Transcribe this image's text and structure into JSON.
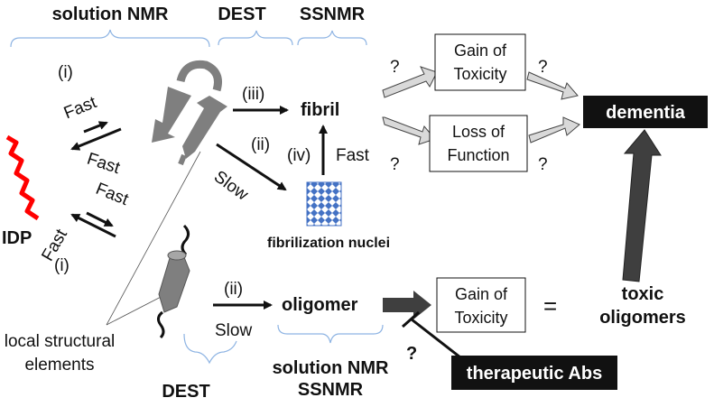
{
  "headers": {
    "solution_nmr": "solution NMR",
    "dest": "DEST",
    "ssnmr": "SSNMR"
  },
  "labels": {
    "i_top": "(i)",
    "fast_1": "Fast",
    "fast_2": "Fast",
    "fast_3": "Fast",
    "fast_4": "Fast",
    "i_bottom": "(i)",
    "idp": "IDP",
    "iii": "(iii)",
    "ii_top": "(ii)",
    "slow_top": "Slow",
    "fibril": "fibril",
    "iv": "(iv)",
    "fast_iv": "Fast",
    "fibrilization_nuclei": "fibrilization nuclei",
    "q1": "?",
    "q2": "?",
    "q3": "?",
    "q4": "?",
    "q5": "?",
    "ii_bottom": "(ii)",
    "slow_bottom": "Slow",
    "oligomer": "oligomer",
    "equals": "=",
    "local_structural_1": "local structural",
    "local_structural_2": "elements",
    "dest_bottom": "DEST",
    "solution_nmr_bottom": "solution NMR",
    "ssnmr_bottom": "SSNMR"
  },
  "boxes": {
    "gain_toxicity_top": [
      "Gain of",
      "Toxicity"
    ],
    "loss_function": [
      "Loss of",
      "Function"
    ],
    "gain_toxicity_bottom": [
      "Gain of",
      "Toxicity"
    ],
    "dementia": "dementia",
    "toxic_oligomers": [
      "toxic",
      "oligomers"
    ],
    "therapeutic_abs": "therapeutic Abs"
  },
  "colors": {
    "bracket": "#8eb4e3",
    "idp_red": "#ff0000",
    "nuclei_blue": "#4472c4",
    "grey_shape": "#7f7f7f",
    "arrow_fill": "#d9d9d9",
    "dark_box": "#111111"
  }
}
